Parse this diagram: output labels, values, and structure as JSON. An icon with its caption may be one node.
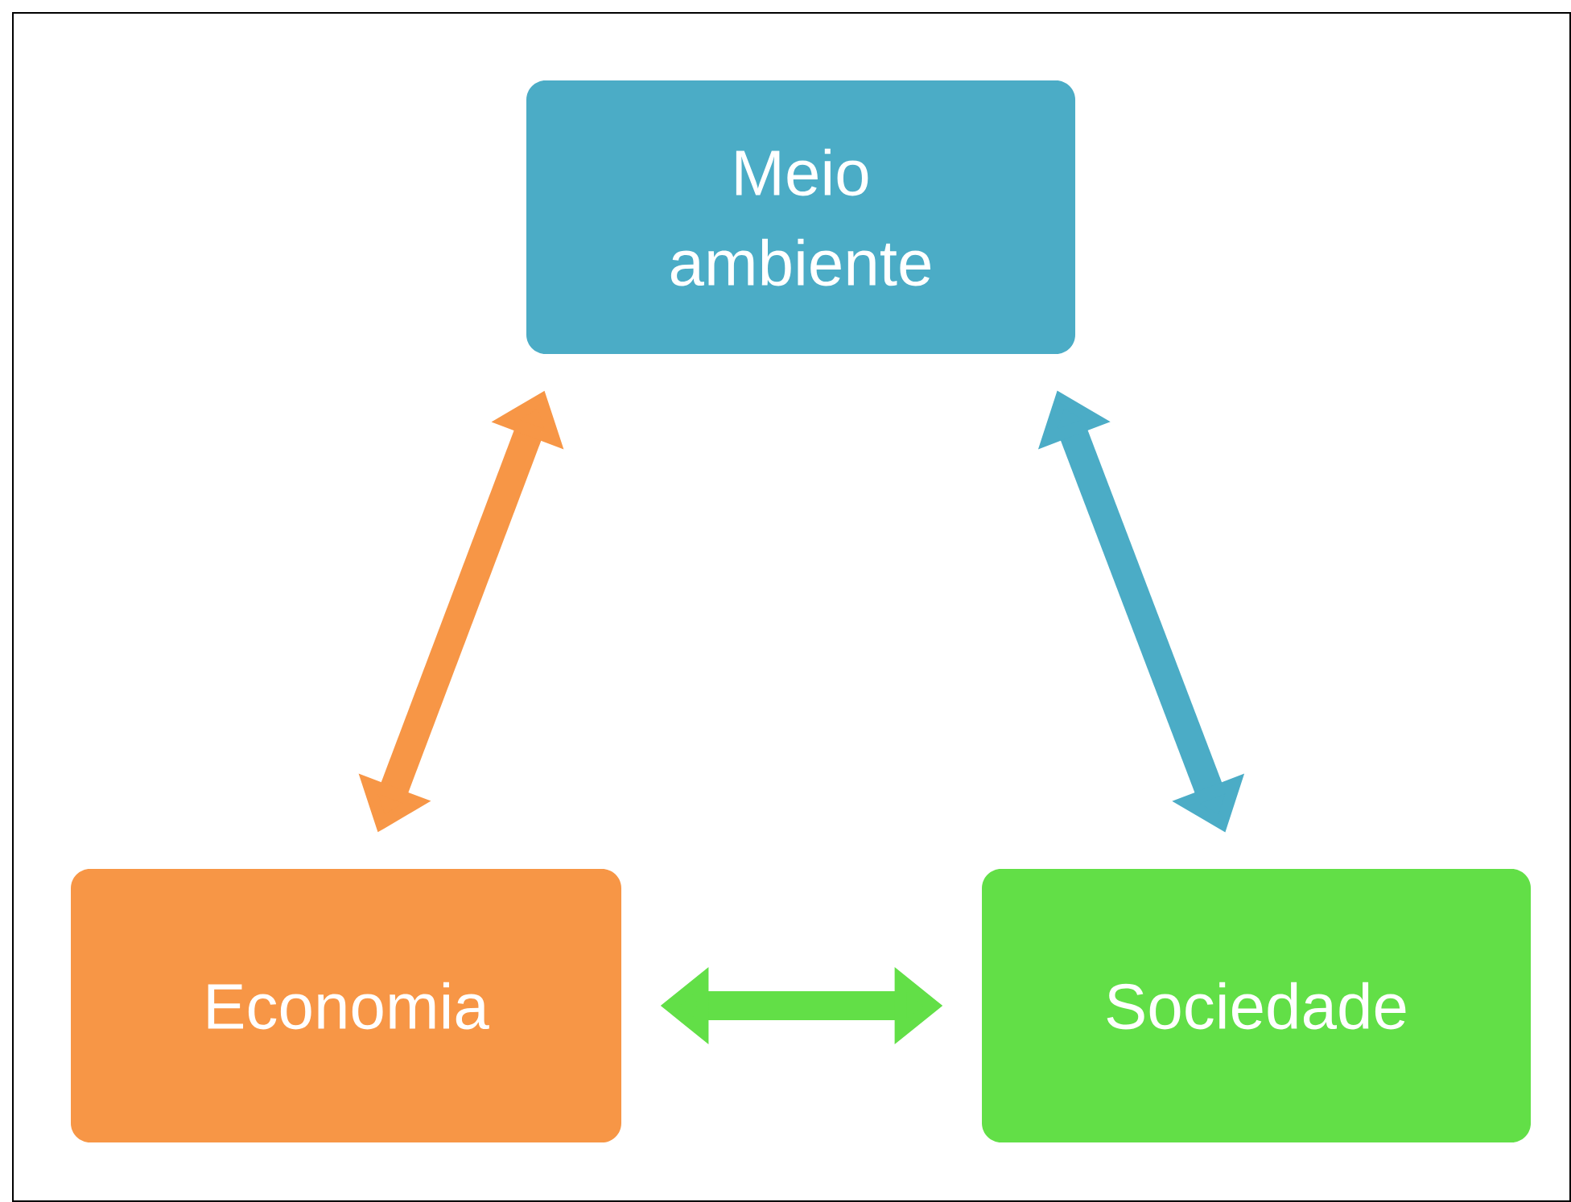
{
  "diagram": {
    "nodes": [
      {
        "text": [
          "Meio ambiente"
        ]
      },
      {
        "text": [
          "Economia"
        ]
      },
      {
        "text": [
          "Sociedade"
        ]
      }
    ],
    "edges": [
      {
        "from": 0,
        "to": 1,
        "arrow": "both",
        "color": "#f79646"
      },
      {
        "from": 0,
        "to": 2,
        "arrow": "both",
        "color": "#4bacc6"
      },
      {
        "from": 1,
        "to": 2,
        "arrow": "both",
        "color": "#62df47"
      }
    ]
  }
}
